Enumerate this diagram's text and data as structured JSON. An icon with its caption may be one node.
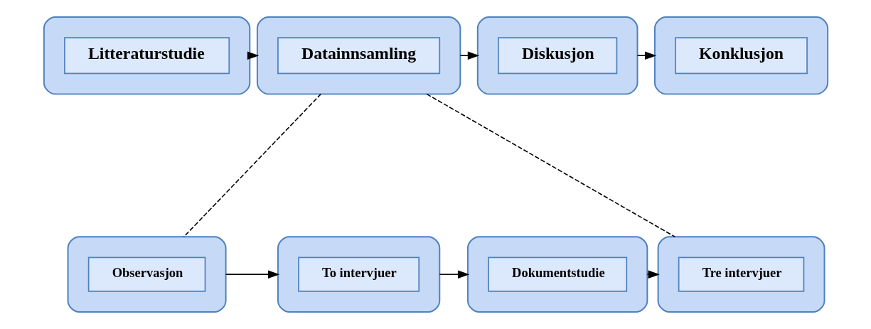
{
  "diagram": {
    "nodes": [
      {
        "text": [],
        "shape": "box"
      },
      {
        "text": [
          "Litteraturstudie"
        ],
        "in": 0
      },
      {
        "text": [],
        "shape": "box"
      },
      {
        "text": [
          "Datainnsamling"
        ],
        "in": 2
      },
      {
        "text": [],
        "shape": "box"
      },
      {
        "text": [
          "Diskusjon"
        ],
        "in": 4
      },
      {
        "text": [],
        "shape": "box"
      },
      {
        "text": [
          "Konklusjon"
        ],
        "in": 6
      },
      {
        "text": [],
        "shape": "box"
      },
      {
        "text": [
          "Observasjon"
        ],
        "in": 8
      },
      {
        "text": [],
        "shape": "box"
      },
      {
        "text": [
          "To intervjuer"
        ],
        "in": 10
      },
      {
        "text": [],
        "shape": "box"
      },
      {
        "text": [
          "Dokumentstudie"
        ],
        "in": 12
      },
      {
        "text": [],
        "shape": "box"
      },
      {
        "text": [
          "Tre intervjuer"
        ],
        "in": 14
      }
    ],
    "edges": [
      {
        "from": 0,
        "to": 2,
        "arrow": "to"
      },
      {
        "from": 2,
        "to": 4,
        "arrow": "to"
      },
      {
        "from": 4,
        "to": 6,
        "arrow": "to"
      },
      {
        "from": 2,
        "to": 8,
        "arrow": "none",
        "style": "dashed"
      },
      {
        "from": 2,
        "to": 14,
        "arrow": "none",
        "style": "dashed"
      },
      {
        "from": 8,
        "to": 10,
        "arrow": "to"
      },
      {
        "from": 10,
        "to": 12,
        "arrow": "to"
      },
      {
        "from": 12,
        "to": 14,
        "arrow": "to"
      }
    ]
  }
}
